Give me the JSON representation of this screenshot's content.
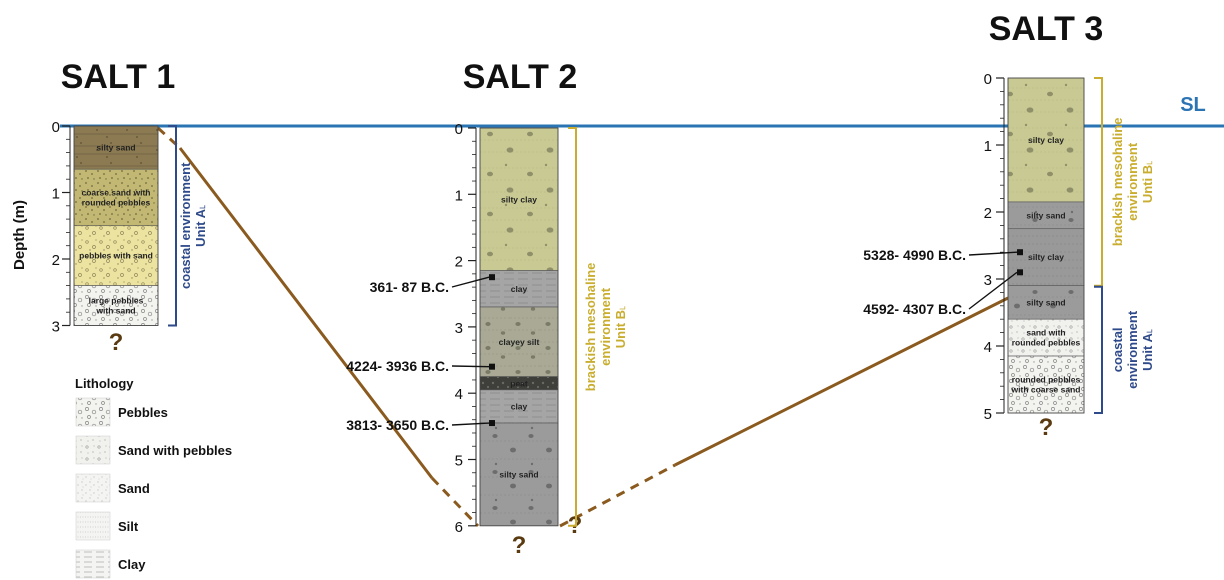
{
  "sea_level_label": "SL",
  "depth_axis_label": "Depth (m)",
  "columns": [
    {
      "id": "salt1",
      "title": "SALT 1",
      "depth_max": 3,
      "ticks": [
        "0",
        "1",
        "2",
        "3"
      ],
      "unknown_mark": "?",
      "layers": [
        {
          "top": 0,
          "bottom": 0.65,
          "label": [
            "silty sand"
          ],
          "litho": "silty-sand"
        },
        {
          "top": 0.65,
          "bottom": 1.5,
          "label": [
            "coarse sand with",
            "rounded pebbles"
          ],
          "litho": "coarse-sand"
        },
        {
          "top": 1.5,
          "bottom": 2.4,
          "label": [
            "pebbles with sand"
          ],
          "litho": "pebbles-sand"
        },
        {
          "top": 2.4,
          "bottom": 3.0,
          "label": [
            "large pebbles",
            "with sand"
          ],
          "litho": "pebbles"
        }
      ],
      "environments": [
        {
          "top": 0,
          "bottom": 3.0,
          "lines": [
            "coastal environment",
            "Unit A˪"
          ],
          "color": "#2e4a8a"
        }
      ],
      "dates": []
    },
    {
      "id": "salt2",
      "title": "SALT 2",
      "depth_max": 6,
      "ticks": [
        "0",
        "1",
        "2",
        "3",
        "4",
        "5",
        "6"
      ],
      "unknown_mark": "?",
      "layers": [
        {
          "top": 0,
          "bottom": 2.15,
          "label": [
            "silty clay"
          ],
          "litho": "silty-clay"
        },
        {
          "top": 2.15,
          "bottom": 2.7,
          "label": [
            "clay"
          ],
          "litho": "clay"
        },
        {
          "top": 2.7,
          "bottom": 3.75,
          "label": [
            "clayey silt"
          ],
          "litho": "clayey-silt"
        },
        {
          "top": 3.75,
          "bottom": 3.95,
          "label": [
            "peat"
          ],
          "litho": "peat"
        },
        {
          "top": 3.95,
          "bottom": 4.45,
          "label": [
            "clay"
          ],
          "litho": "clay"
        },
        {
          "top": 4.45,
          "bottom": 6.0,
          "label": [
            "silty sand"
          ],
          "litho": "silty-sand-grey"
        }
      ],
      "environments": [
        {
          "top": 0,
          "bottom": 6.0,
          "lines": [
            "brackish mesohaline",
            "environment",
            "Unit B˪"
          ],
          "color": "#c9ad2e"
        }
      ],
      "dates": [
        {
          "label": "361- 87 B.C.",
          "depth": 2.25
        },
        {
          "label": "4224- 3936 B.C.",
          "depth": 3.6
        },
        {
          "label": "3813- 3650 B.C.",
          "depth": 4.45
        }
      ]
    },
    {
      "id": "salt3",
      "title": "SALT 3",
      "depth_max": 5,
      "ticks": [
        "0",
        "1",
        "2",
        "3",
        "4",
        "5"
      ],
      "unknown_mark": "?",
      "layers": [
        {
          "top": 0,
          "bottom": 1.85,
          "label": [
            "silty clay"
          ],
          "litho": "silty-clay"
        },
        {
          "top": 1.85,
          "bottom": 2.25,
          "label": [
            "silty sand"
          ],
          "litho": "silty-sand-grey"
        },
        {
          "top": 2.25,
          "bottom": 3.1,
          "label": [
            "silty clay"
          ],
          "litho": "grey-silt"
        },
        {
          "top": 3.1,
          "bottom": 3.6,
          "label": [
            "silty sand"
          ],
          "litho": "silty-sand-grey"
        },
        {
          "top": 3.6,
          "bottom": 4.15,
          "label": [
            "sand with",
            "rounded pebbles"
          ],
          "litho": "sand-pebbles"
        },
        {
          "top": 4.15,
          "bottom": 5.0,
          "label": [
            "rounded pebbles",
            "with coarse sand"
          ],
          "litho": "pebbles"
        }
      ],
      "environments": [
        {
          "top": 0,
          "bottom": 3.1,
          "lines": [
            "brackish mesohaline",
            "environment",
            "Unti B˪"
          ],
          "color": "#c9ad2e"
        },
        {
          "top": 3.1,
          "bottom": 5.0,
          "lines": [
            "coastal",
            "environment",
            "Unit A˪"
          ],
          "color": "#2e4a8a"
        }
      ],
      "dates": [
        {
          "label": "5328- 4990 B.C.",
          "depth": 2.6
        },
        {
          "label": "4592- 4307 B.C.",
          "depth": 2.9
        }
      ]
    }
  ],
  "legend": {
    "title": "Lithology",
    "items": [
      {
        "label": "Pebbles",
        "litho": "pebbles"
      },
      {
        "label": "Sand with pebbles",
        "litho": "sand-pebbles"
      },
      {
        "label": "Sand",
        "litho": "sand"
      },
      {
        "label": "Silt",
        "litho": "silt"
      },
      {
        "label": "Clay",
        "litho": "clay-legend"
      }
    ]
  },
  "colors": {
    "sea_level": "#2a74b4",
    "correlation": "#8a5a1e",
    "coastal": "#2e4a8a",
    "brackish": "#c9ad2e"
  }
}
